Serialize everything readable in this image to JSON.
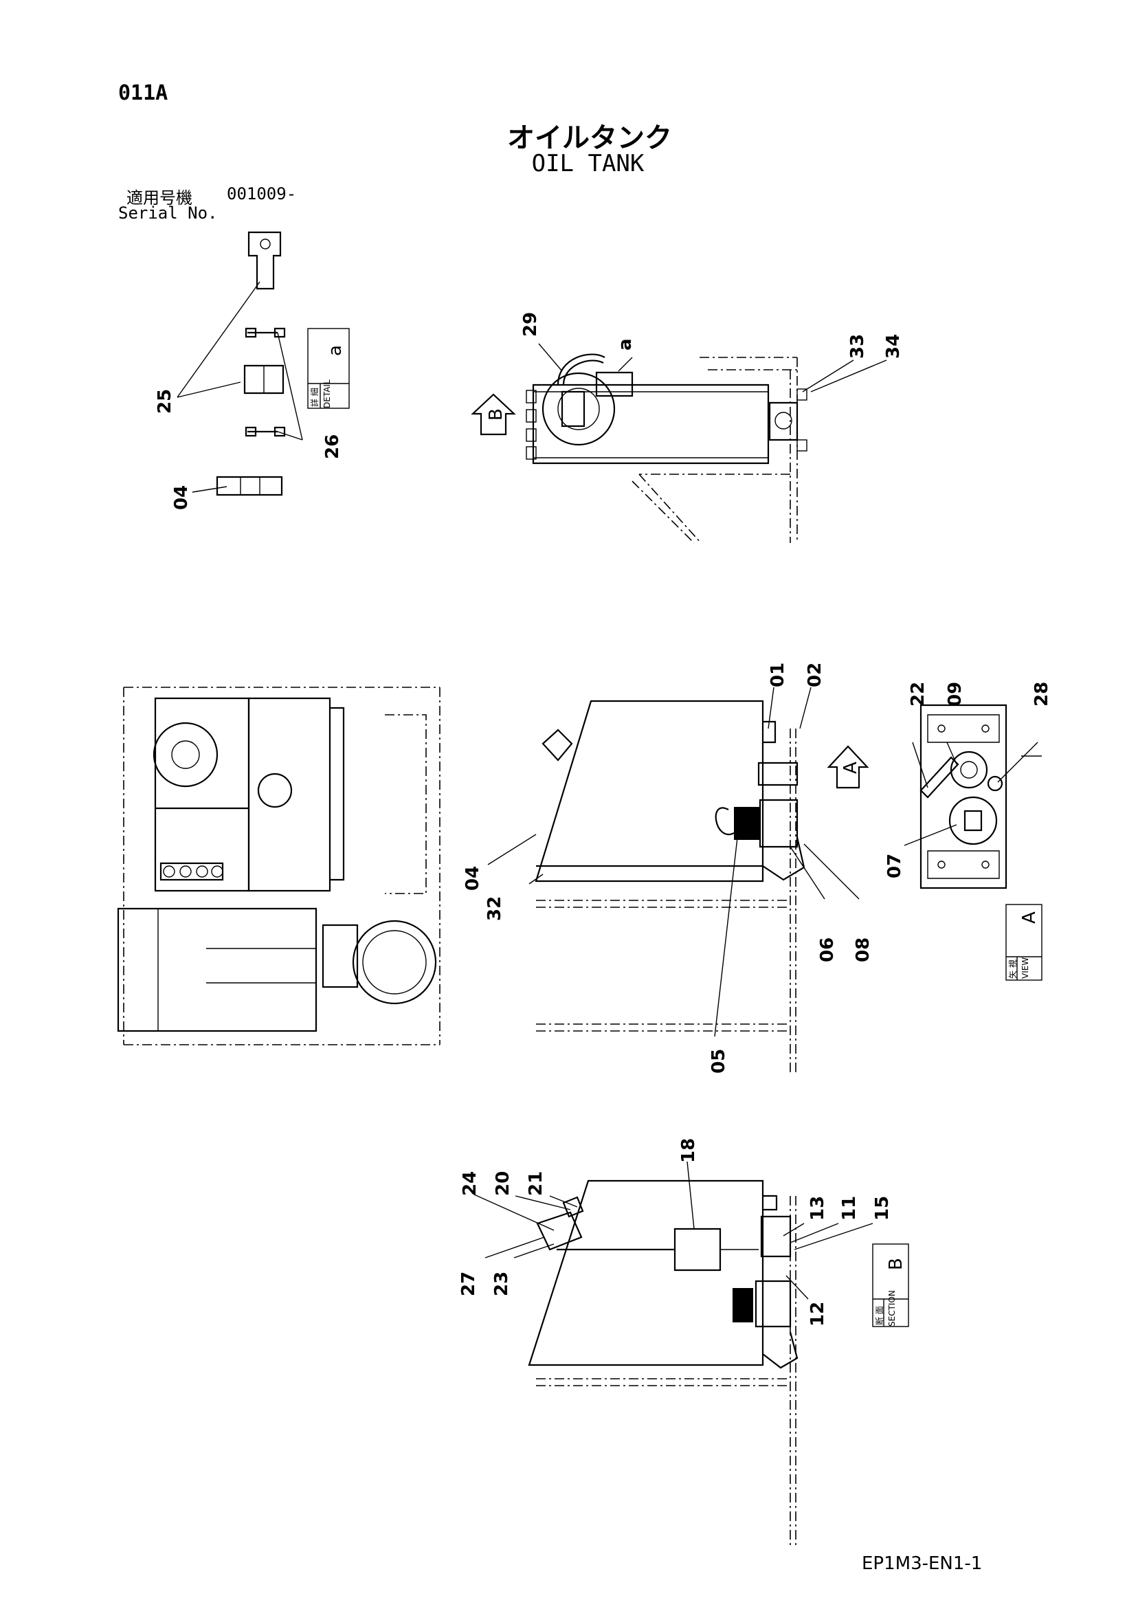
{
  "header": {
    "code": "011A",
    "title_jp": "オイルタンク",
    "title_en": "OIL TANK",
    "serial_label_jp": "適用号機",
    "serial_value": "001009-",
    "serial_label_en": "Serial No."
  },
  "footer": {
    "doc_number": "EP1M3-EN1-1"
  },
  "labels": {
    "detail_jp": "詳 細",
    "detail_en": "DETAIL",
    "detail_id": "a",
    "view_jp": "矢 視",
    "view_en": "VIEW",
    "view_id": "A",
    "section_jp": "断 面",
    "section_en": "SECTION",
    "section_id": "B",
    "arrow_a": "A",
    "arrow_b": "B",
    "callout_a_small": "a"
  },
  "callouts": {
    "c25": "25",
    "c26": "26",
    "c04a": "04",
    "c29": "29",
    "c33": "33",
    "c34": "34",
    "c01": "01",
    "c02": "02",
    "c22": "22",
    "c09": "09",
    "c28": "28",
    "c07": "07",
    "c04b": "04",
    "c32": "32",
    "c06": "06",
    "c08": "08",
    "c05": "05",
    "c18": "18",
    "c24": "24",
    "c20": "20",
    "c21": "21",
    "c13": "13",
    "c11": "11",
    "c15": "15",
    "c27": "27",
    "c23": "23",
    "c12": "12"
  }
}
